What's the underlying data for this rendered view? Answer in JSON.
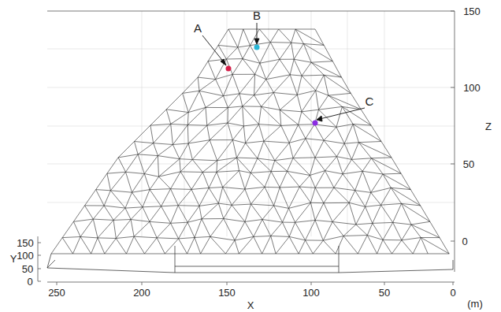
{
  "diagram": {
    "labels": [
      "A",
      "B",
      "C",
      "150",
      "100",
      "Z",
      "50",
      "0",
      "150",
      "100",
      "50",
      "0",
      "Y",
      "250",
      "200",
      "150",
      "100",
      "50",
      "0",
      "X",
      "(m)"
    ]
  }
}
